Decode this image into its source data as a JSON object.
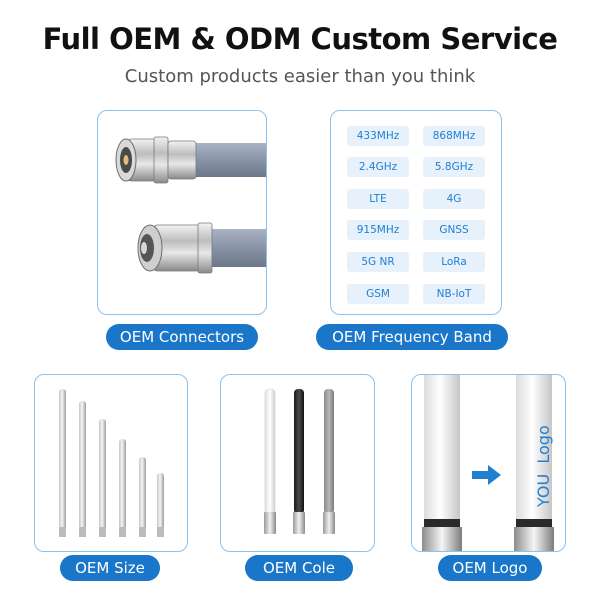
{
  "header": {
    "title": "Full OEM & ODM Custom Service",
    "subtitle": "Custom products easier than you think"
  },
  "panels": {
    "connectors": {
      "label": "OEM Connectors"
    },
    "frequency": {
      "label": "OEM Frequency Band",
      "bands": [
        "433MHz",
        "868MHz",
        "2.4GHz",
        "5.8GHz",
        "LTE",
        "4G",
        "915MHz",
        "GNSS",
        "5G NR",
        "LoRa",
        "GSM",
        "NB-IoT"
      ]
    },
    "size": {
      "label": "OEM Size"
    },
    "color": {
      "label": "OEM Cole"
    },
    "logo": {
      "label": "OEM Logo",
      "logo_text": "YOU  Logo"
    }
  },
  "colors": {
    "accent": "#1a76c9",
    "card_border": "#8cc2ef",
    "chip_bg": "#e6f1fb",
    "chip_text": "#1f7fd1"
  }
}
